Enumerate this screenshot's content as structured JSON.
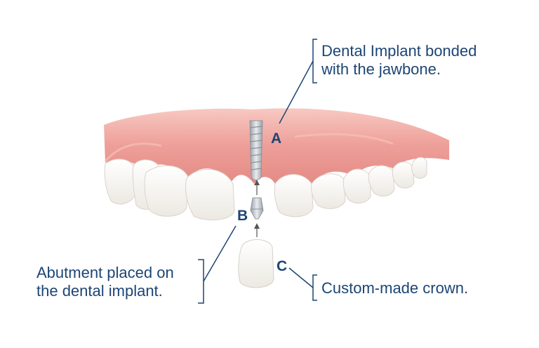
{
  "callouts": {
    "implant": {
      "letter": "A",
      "text": "Dental Implant bonded\nwith the jawbone."
    },
    "abutment": {
      "letter": "B",
      "text": "Abutment placed on\nthe dental implant."
    },
    "crown": {
      "letter": "C",
      "text": "Custom-made crown."
    }
  },
  "colors": {
    "label": "#1d4574",
    "gum": "#ee9c98",
    "tooth": "#fbfaf6",
    "metal": "#b9bec5"
  }
}
